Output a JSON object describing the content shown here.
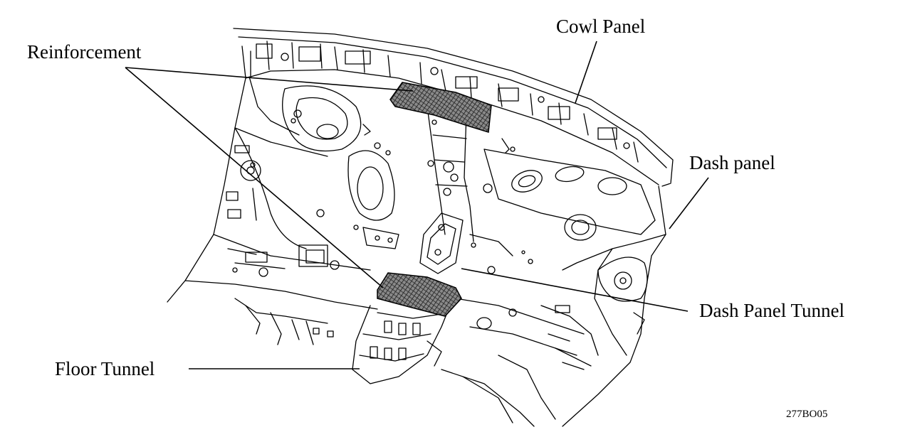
{
  "labels": {
    "cowl_panel": "Cowl Panel",
    "reinforcement": "Reinforcement",
    "dash_panel": "Dash panel",
    "dash_panel_tunnel": "Dash Panel Tunnel",
    "floor_tunnel": "Floor Tunnel"
  },
  "figure_code": "277BO05",
  "colors": {
    "ink": "#000000",
    "paper": "#ffffff",
    "hatch": "#3a3a3a"
  }
}
